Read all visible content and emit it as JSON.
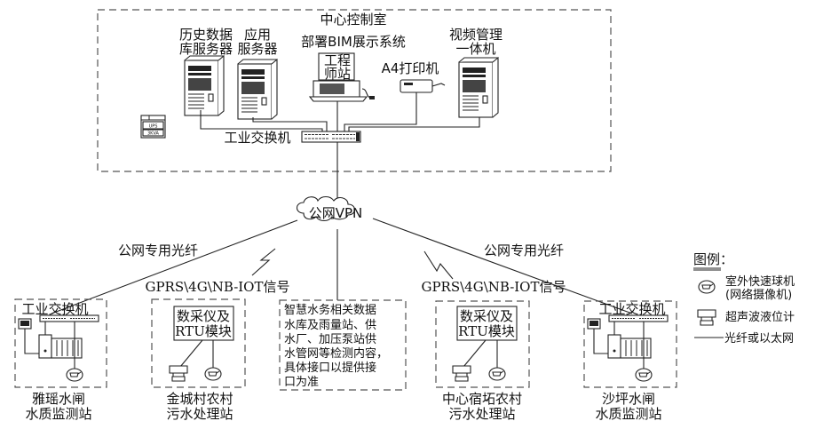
{
  "control_room": {
    "title": "中心控制室",
    "history_db_server": [
      "历史数据",
      "库服务器"
    ],
    "app_server": [
      "应用",
      "服务器"
    ],
    "bim_system": "部署BIM展示系统",
    "engineer_station": [
      "工程",
      "师站"
    ],
    "printer": "A4打印机",
    "video_mgmt": [
      "视频管理",
      "一体机"
    ],
    "ups": [
      "UPS",
      "3KVA"
    ],
    "switch": "工业交换机"
  },
  "network": {
    "vpn": "公网VPN",
    "fiber_left": "公网专用光纤",
    "fiber_right": "公网专用光纤",
    "wireless_left": "GPRS\\4G\\NB-IOT信号",
    "wireless_right": "GPRS\\4G\\NB-IOT信号"
  },
  "stations": [
    {
      "type": "water-quality",
      "switch": "工业交换机",
      "name": [
        "雅瑶水闸",
        "水质监测站"
      ]
    },
    {
      "type": "sewage",
      "module": [
        "数采仪及",
        "RTU模块"
      ],
      "name": [
        "金城村农村",
        "污水处理站"
      ]
    },
    {
      "type": "smart-water",
      "text": [
        "智慧水务相关数据",
        "水库及雨量站、供",
        "水厂、加压泵站供",
        "水管网等检测内容，",
        "具体接口以提供接",
        "口为准"
      ]
    },
    {
      "type": "sewage",
      "module": [
        "数采仪及",
        "RTU模块"
      ],
      "name": [
        "中心宿坧农村",
        "污水处理站"
      ]
    },
    {
      "type": "water-quality",
      "switch": "工业交换机",
      "name": [
        "沙坪水闸",
        "水质监测站"
      ]
    }
  ],
  "legend": {
    "title": "图例：",
    "items": [
      {
        "icon": "camera-icon",
        "label": [
          "室外快速球机",
          "(网络摄像机)"
        ]
      },
      {
        "icon": "ultrasonic-sensor-icon",
        "label": [
          "超声波液位计"
        ]
      },
      {
        "icon": "line-icon",
        "label": [
          "光纤或以太网"
        ]
      }
    ]
  }
}
